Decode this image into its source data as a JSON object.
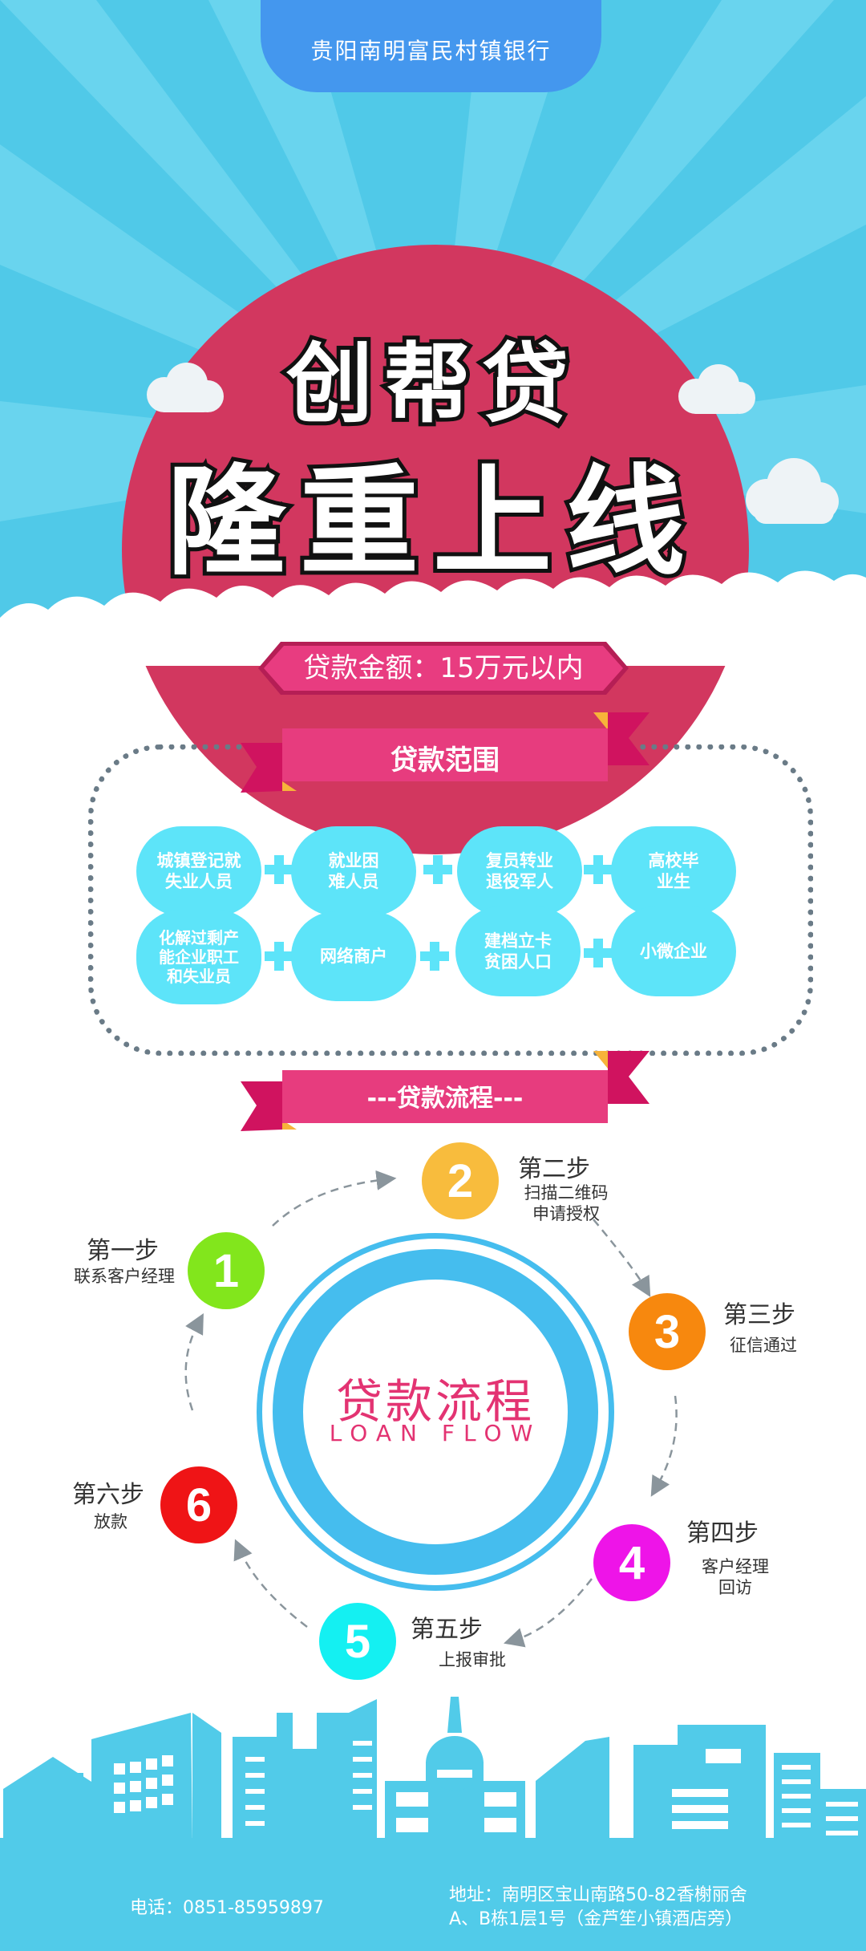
{
  "header": {
    "bank_name": "贵阳南明富民村镇银行"
  },
  "hero": {
    "title_line1": "创帮贷",
    "title_line2": "隆重上线"
  },
  "loan_amount": {
    "text": "贷款金额：15万元以内"
  },
  "scope": {
    "heading": "贷款范围",
    "items": [
      {
        "label": "城镇登记就\n失业人员"
      },
      {
        "label": "就业困\n难人员"
      },
      {
        "label": "复员转业\n退役军人"
      },
      {
        "label": "高校毕\n业生"
      },
      {
        "label": "化解过剩产\n能企业职工\n和失业员"
      },
      {
        "label": "网络商户"
      },
      {
        "label": "建档立卡\n贫困人口"
      },
      {
        "label": "小微企业"
      }
    ]
  },
  "flow": {
    "heading": "---贷款流程---",
    "center_cn": "贷款流程",
    "center_en": "LOAN FLOW",
    "steps": [
      {
        "number": "1",
        "title": "第一步",
        "desc": "联系客户经理",
        "color": "#82e61c"
      },
      {
        "number": "2",
        "title": "第二步",
        "desc": "扫描二维码\n申请授权",
        "color": "#f8bc3d"
      },
      {
        "number": "3",
        "title": "第三步",
        "desc": "征信通过",
        "color": "#f7880e"
      },
      {
        "number": "4",
        "title": "第四步",
        "desc": "客户经理\n回访",
        "color": "#ee14e8"
      },
      {
        "number": "5",
        "title": "第五步",
        "desc": "上报审批",
        "color": "#14f0f2"
      },
      {
        "number": "6",
        "title": "第六步",
        "desc": "放款",
        "color": "#ef1416"
      }
    ]
  },
  "footer": {
    "phone": "电话：0851-85959897",
    "address_line1": "地址：南明区宝山南路50-82香榭丽舍",
    "address_line2": "A、B栋1层1号（金芦笙小镇酒店旁）"
  },
  "colors": {
    "sky": "#50c9e8",
    "bank_tab": "#4497ee",
    "sun": "#d2375f",
    "ribbon": "#e73c7e",
    "ribbon_dark": "#d0135f",
    "ribbon_fold": "#f7b33a",
    "pill": "#5de4f9",
    "ring": "#45bdee",
    "footer": "#51cbe9"
  }
}
